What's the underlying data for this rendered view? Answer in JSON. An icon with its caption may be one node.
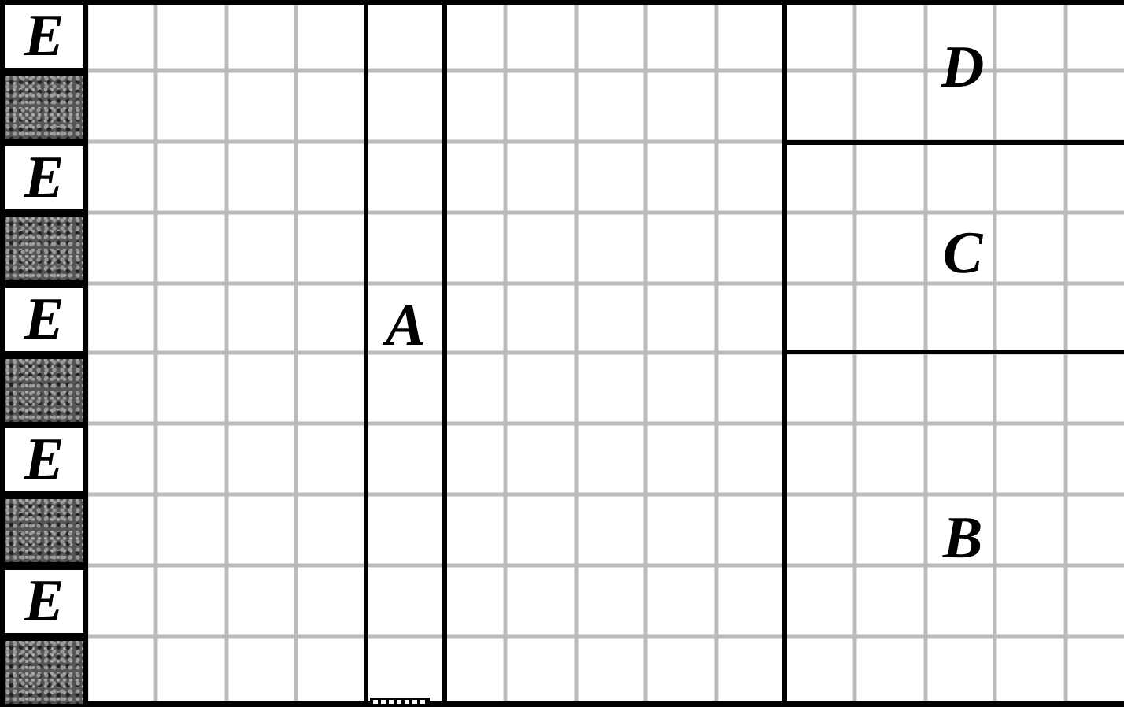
{
  "diagram": {
    "nodes": [
      {
        "text": [
          "E"
        ]
      },
      {
        "text": [],
        "shape": "box"
      },
      {
        "text": [
          "E"
        ]
      },
      {
        "text": [],
        "shape": "box"
      },
      {
        "text": [
          "E"
        ]
      },
      {
        "text": [],
        "shape": "box"
      },
      {
        "text": [
          "E"
        ]
      },
      {
        "text": [],
        "shape": "box"
      },
      {
        "text": [
          "E"
        ]
      },
      {
        "text": [],
        "shape": "box"
      },
      {
        "text": [
          "A"
        ]
      },
      {
        "text": [
          "D"
        ]
      },
      {
        "text": [
          "C"
        ]
      },
      {
        "text": [
          "B"
        ]
      }
    ]
  }
}
